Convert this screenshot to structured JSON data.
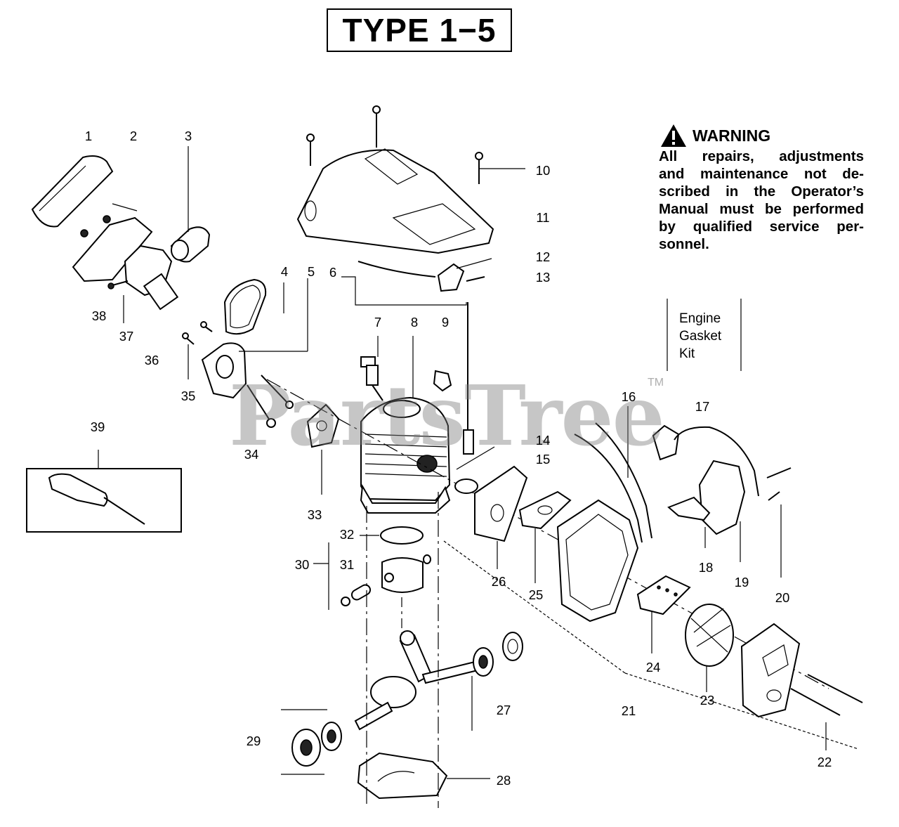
{
  "title": "TYPE 1−5",
  "warning": {
    "heading": "WARNING",
    "icon": "warning-triangle-icon",
    "lines": [
      "All repairs, adjustments",
      "and maintenance not de-",
      "scribed in the Operator’s",
      "Manual must be performed",
      "by qualified service per-",
      "sonnel."
    ]
  },
  "kit_label": [
    "Engine",
    "Gasket",
    "Kit"
  ],
  "watermark": "PartsTree",
  "watermark_tm": "TM",
  "callouts": [
    "1",
    "2",
    "3",
    "4",
    "5",
    "6",
    "7",
    "8",
    "9",
    "10",
    "11",
    "12",
    "13",
    "14",
    "15",
    "16",
    "17",
    "18",
    "19",
    "20",
    "21",
    "22",
    "23",
    "24",
    "25",
    "26",
    "27",
    "28",
    "29",
    "30",
    "31",
    "32",
    "33",
    "34",
    "35",
    "36",
    "37",
    "38",
    "39"
  ]
}
